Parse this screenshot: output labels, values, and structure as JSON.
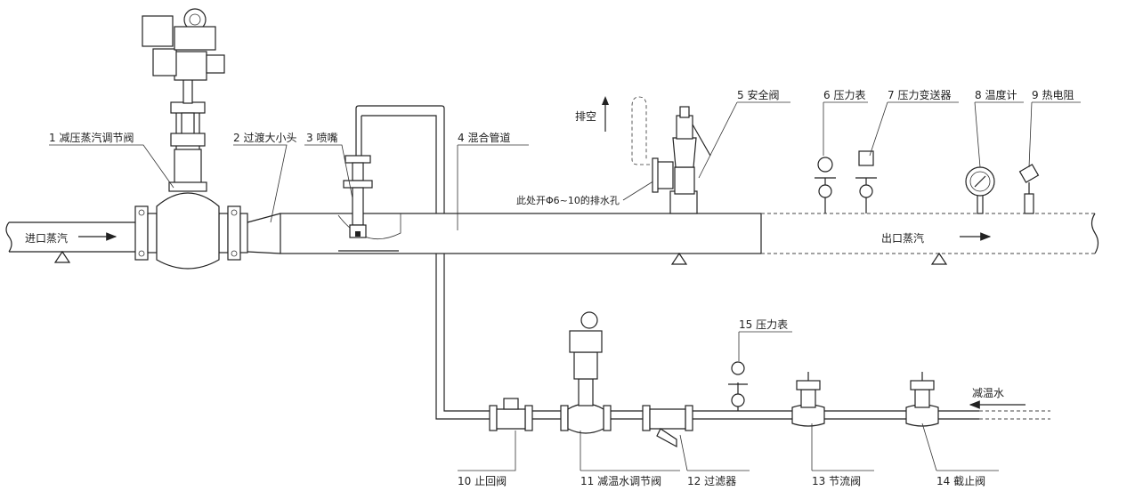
{
  "diagram": {
    "components": {
      "c1": "1 减压蒸汽调节阀",
      "c2": "2 过渡大小头",
      "c3": "3 喷嘴",
      "c4": "4 混合管道",
      "c5": "5 安全阀",
      "c6": "6 压力表",
      "c7": "7 压力变送器",
      "c8": "8 温度计",
      "c9": "9 热电阻",
      "c10": "10 止回阀",
      "c11": "11 减温水调节阀",
      "c12": "12 过滤器",
      "c13": "13 节流阀",
      "c14": "14 截止阀",
      "c15": "15 压力表"
    },
    "flows": {
      "inlet_steam": "进口蒸汽",
      "outlet_steam": "出口蒸汽",
      "vent": "排空",
      "water": "减温水"
    },
    "notes": {
      "drain_hole": "此处开Φ6~10的排水孔"
    }
  }
}
